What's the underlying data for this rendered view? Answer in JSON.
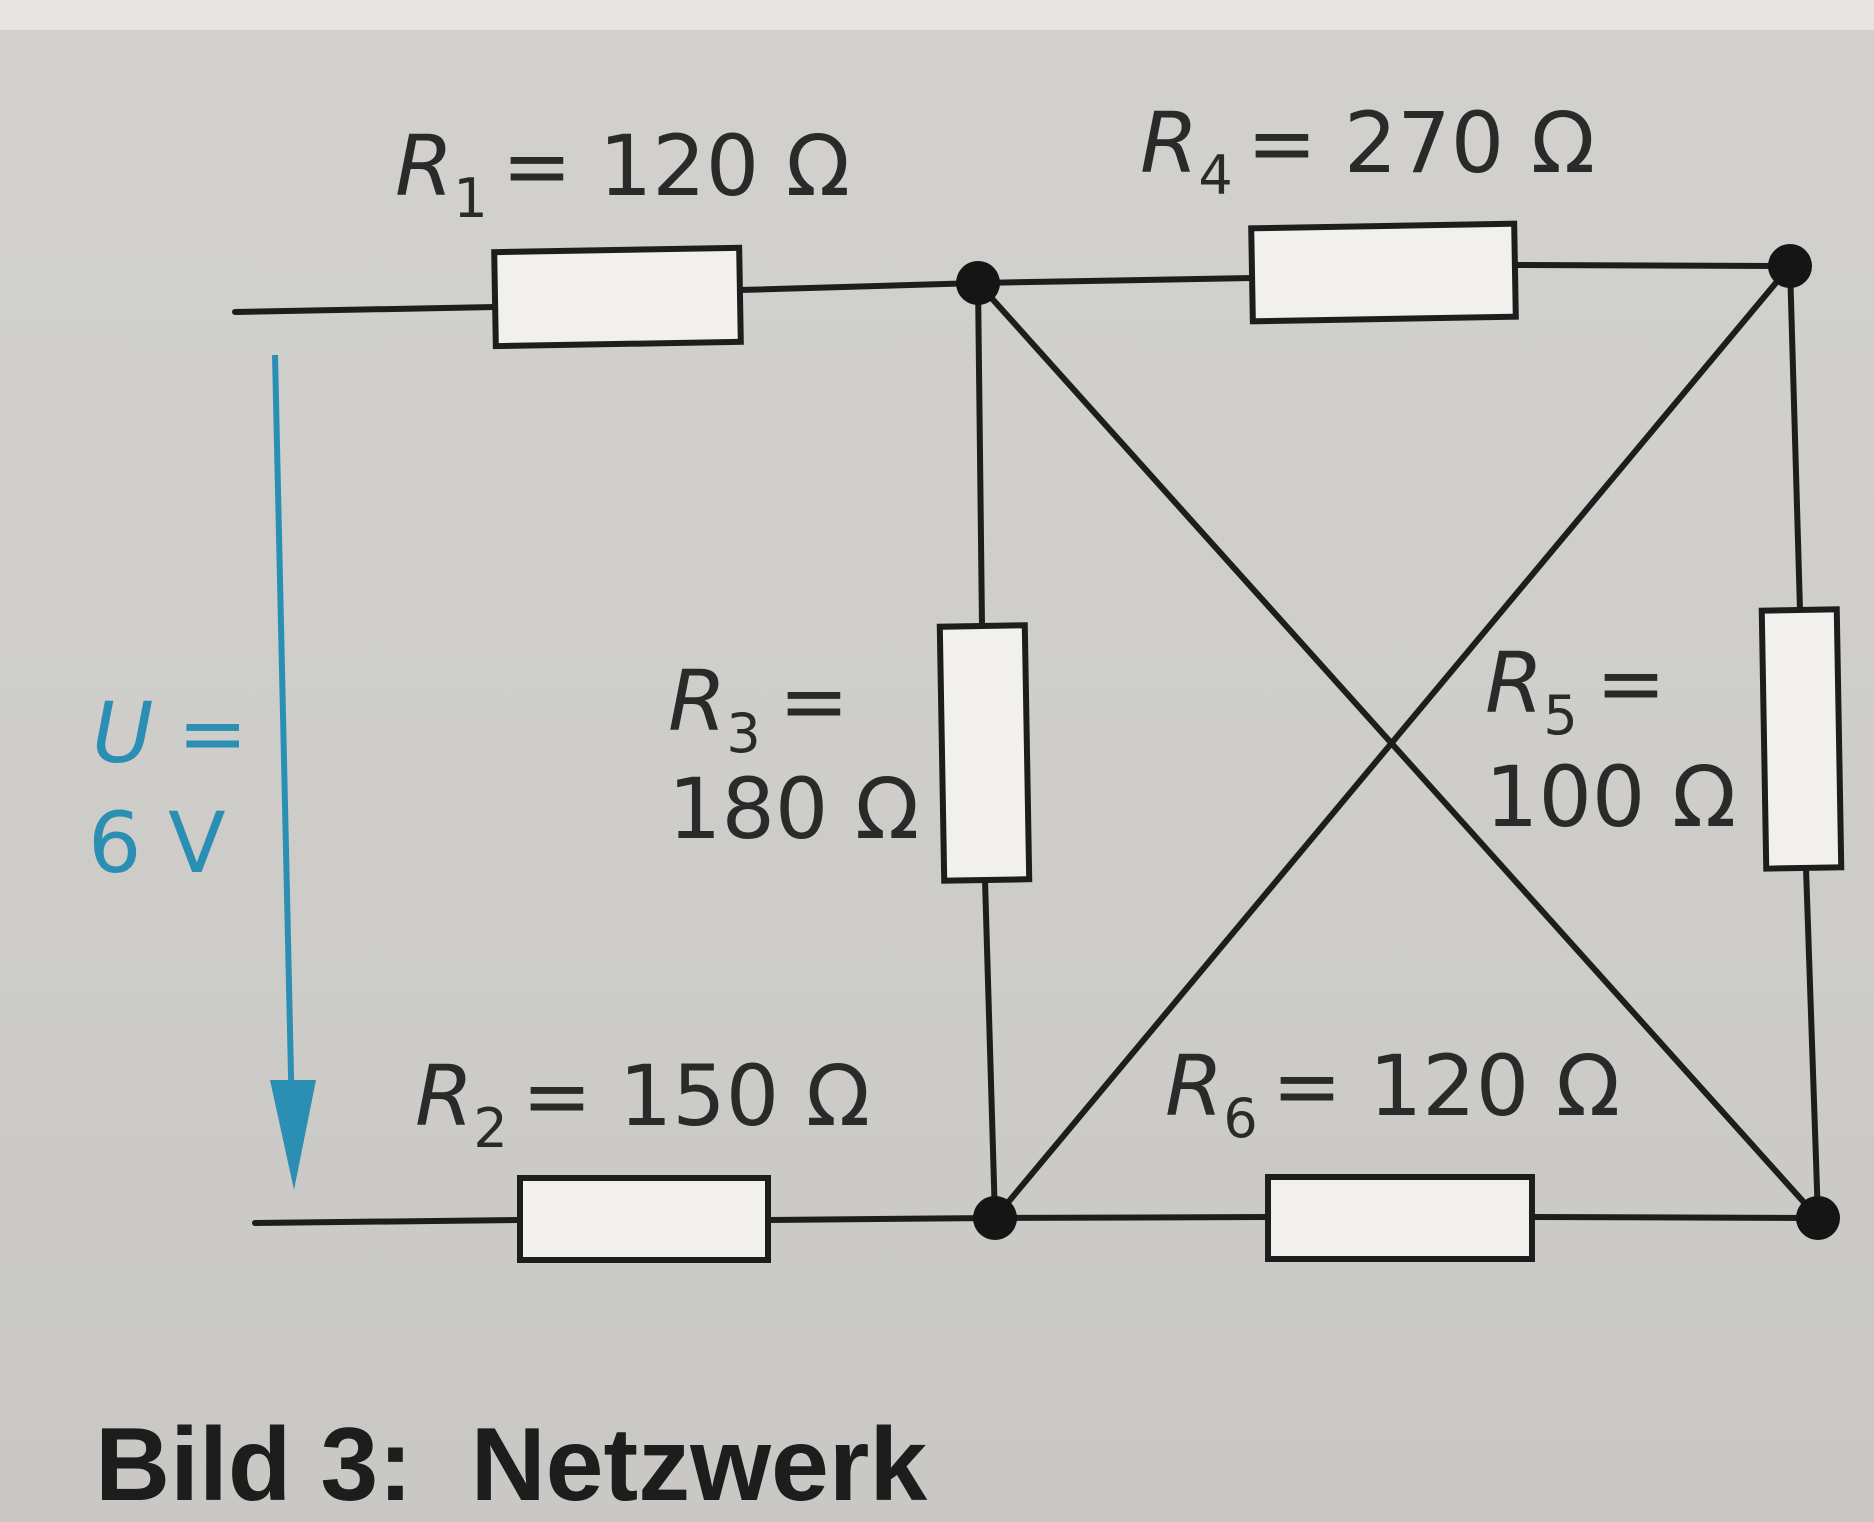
{
  "diagram": {
    "resistors": [
      {
        "id": "R1",
        "letter": "R",
        "index": "1",
        "value": "= 120 Ω"
      },
      {
        "id": "R2",
        "letter": "R",
        "index": "2",
        "value": "= 150 Ω"
      },
      {
        "id": "R3",
        "letter": "R",
        "index": "3",
        "value_line1": "=",
        "value_line2": "180 Ω"
      },
      {
        "id": "R4",
        "letter": "R",
        "index": "4",
        "value": "= 270 Ω"
      },
      {
        "id": "R5",
        "letter": "R",
        "index": "5",
        "value_line1": "=",
        "value_line2": "100 Ω"
      },
      {
        "id": "R6",
        "letter": "R",
        "index": "6",
        "value": "= 120 Ω"
      }
    ],
    "voltage": {
      "letter": "U",
      "eq": "=",
      "value": "6 V",
      "color": "#2b8fb3"
    },
    "caption": "Bild 3:  Netzwerk"
  }
}
